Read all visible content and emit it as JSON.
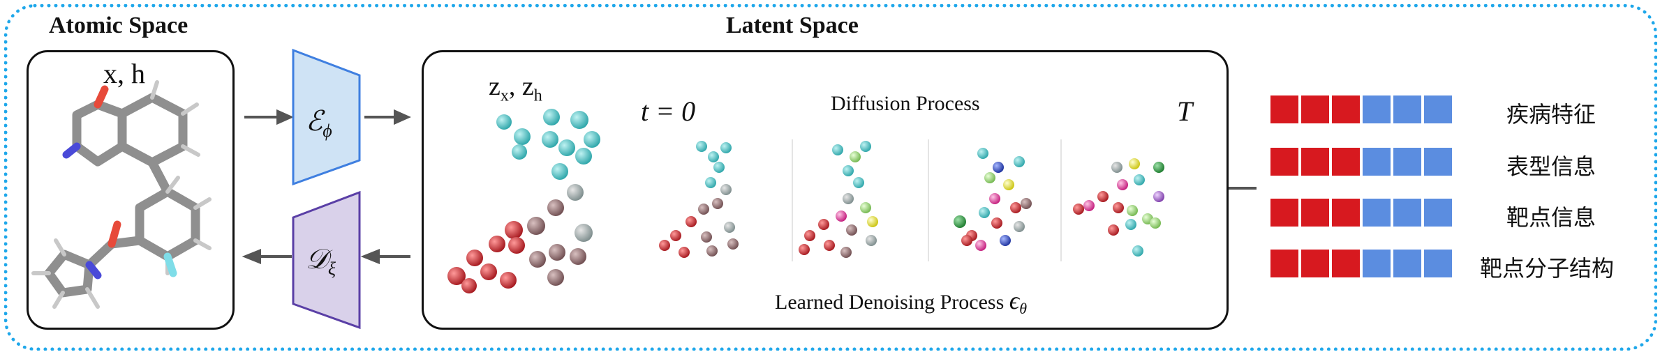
{
  "atomic": {
    "title": "Atomic Space",
    "label": "x, h"
  },
  "latent": {
    "title": "Latent Space",
    "label_main": "z",
    "sub_x": "x",
    "sub_h": "h"
  },
  "encoder": {
    "symbol": "ℰ",
    "sub": "ϕ"
  },
  "decoder": {
    "symbol": "𝒟",
    "sub": "ξ"
  },
  "diffusion": {
    "t_start": "t = 0",
    "t_end": "T",
    "label": "Diffusion Process"
  },
  "denoise": {
    "label": "Learned Denoising Process",
    "symbol": "ϵ",
    "sub": "θ"
  },
  "conditions": [
    {
      "label": "疾病特征"
    },
    {
      "label": "表型信息"
    },
    {
      "label": "靶点信息"
    },
    {
      "label": "靶点分子结构"
    }
  ],
  "colors": {
    "border": "#1ea7ea",
    "encoder_fill": "#cfe3f5",
    "encoder_stroke": "#3f7fe0",
    "decoder_fill": "#d9d1ea",
    "decoder_stroke": "#5a3fa6",
    "condition_red": "#d7191f",
    "condition_blue": "#5b8de0"
  }
}
